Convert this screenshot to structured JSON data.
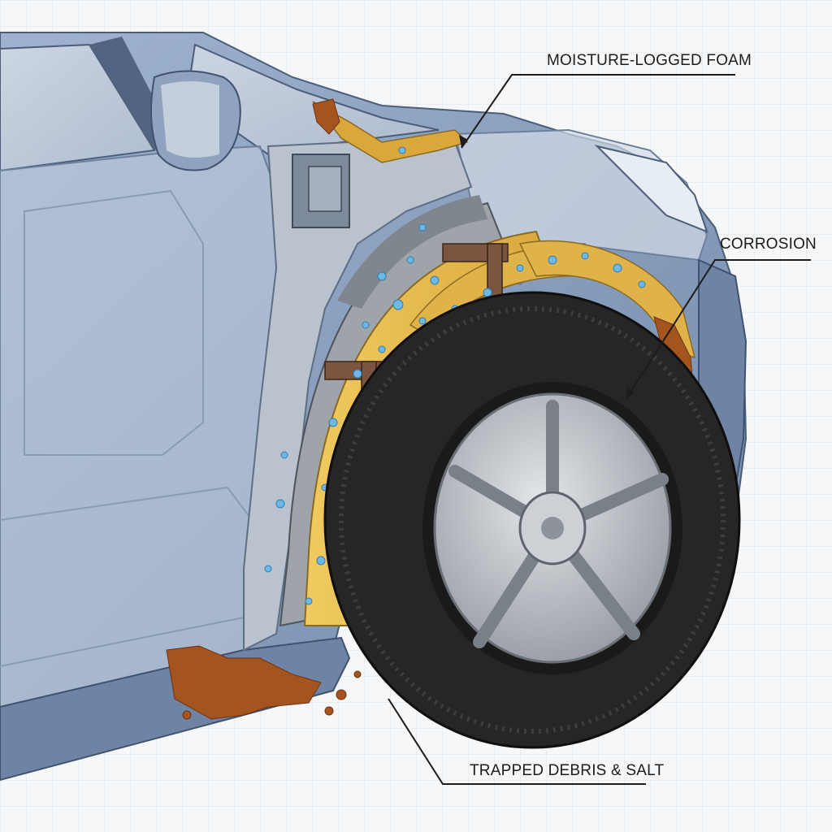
{
  "callouts": {
    "foam": "MOISTURE-LOGGED FOAM",
    "corrosion": "CORROSION",
    "debris": "TRAPPED DEBRIS & SALT"
  },
  "colors": {
    "background": "#f6f7f8",
    "grid": "#dfe3e8",
    "body_paint": "#8ea3c1",
    "body_paint_dark": "#5f7494",
    "foam": "#e9bf4e",
    "foam_dark": "#c99430",
    "rust": "#a4541f",
    "rust_dark": "#6f3212",
    "water_drop": "#6fb7e6",
    "tire": "#262626",
    "rim": "#b8bcc2",
    "leader_line": "#1c1c1c"
  }
}
